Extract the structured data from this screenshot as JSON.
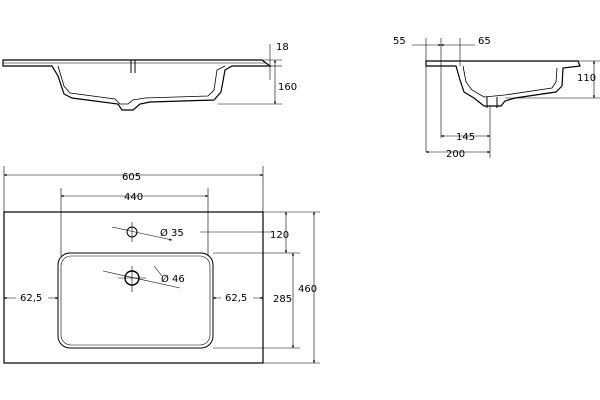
{
  "side_view": {
    "dim_top": "18",
    "dim_height": "160"
  },
  "section_view": {
    "dim_left": "55",
    "dim_right": "65",
    "dim_height": "110",
    "dim_drain": "145",
    "dim_depth": "200"
  },
  "top_view": {
    "dim_total_width": "605",
    "dim_bowl_width": "440",
    "dim_tap_offset": "120",
    "dim_total_depth": "460",
    "dim_bowl_depth": "285",
    "dim_left_margin": "62,5",
    "dim_right_margin": "62,5",
    "dim_tap_hole": "Ø 35",
    "dim_drain_hole": "Ø 46"
  }
}
